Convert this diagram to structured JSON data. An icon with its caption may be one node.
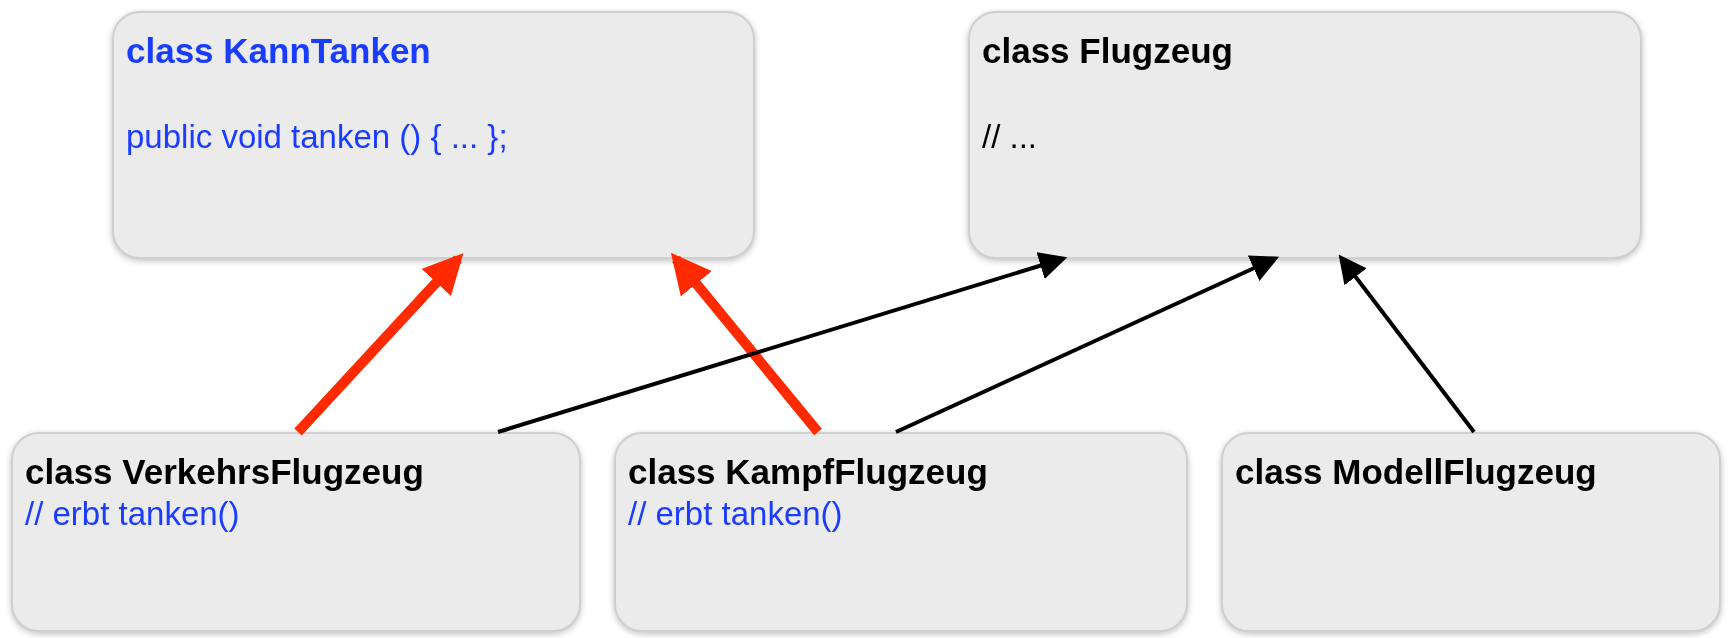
{
  "diagram": {
    "nodes": [
      {
        "text": [
          "class KannTanken",
          "public void tanken () { ... };"
        ]
      },
      {
        "text": [
          "class Flugzeug",
          "// ..."
        ]
      },
      {
        "text": [
          "class VerkehrsFlugzeug",
          "// erbt tanken()"
        ]
      },
      {
        "text": [
          "class KampfFlugzeug",
          "// erbt tanken()"
        ]
      },
      {
        "text": [
          "class ModellFlugzeug"
        ]
      }
    ],
    "edges": [
      {
        "from": 2,
        "to": 0,
        "arrow": "to",
        "style": "thick",
        "color": "#ff2a00"
      },
      {
        "from": 3,
        "to": 0,
        "arrow": "to",
        "style": "thick",
        "color": "#ff2a00"
      },
      {
        "from": 2,
        "to": 1,
        "arrow": "to"
      },
      {
        "from": 3,
        "to": 1,
        "arrow": "to"
      },
      {
        "from": 4,
        "to": 1,
        "arrow": "to"
      }
    ]
  }
}
